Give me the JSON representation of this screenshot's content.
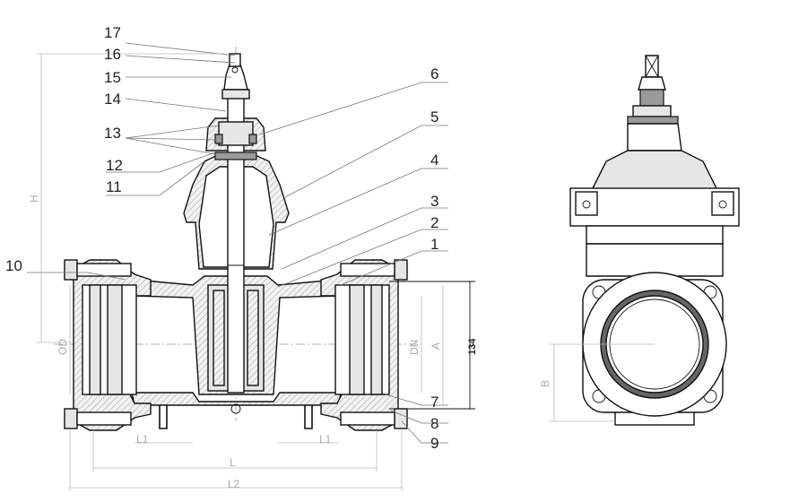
{
  "callouts": {
    "c1": "1",
    "c2": "2",
    "c3": "3",
    "c4": "4",
    "c5": "5",
    "c6": "6",
    "c7": "7",
    "c8": "8",
    "c9": "9",
    "c10": "10",
    "c11": "11",
    "c12": "12",
    "c13": "13",
    "c14": "14",
    "c15": "15",
    "c16": "16",
    "c17": "17"
  },
  "dimensions": {
    "h": "H",
    "od": "OD",
    "dn": "DN",
    "a": "A",
    "value_134": "134",
    "l1_left": "L1",
    "l1_right": "L1",
    "l": "L",
    "l2": "L2",
    "b": "B"
  },
  "colors": {
    "line": "#111111",
    "fill": "#e6e6e6",
    "dim": "#aaaaaa"
  }
}
